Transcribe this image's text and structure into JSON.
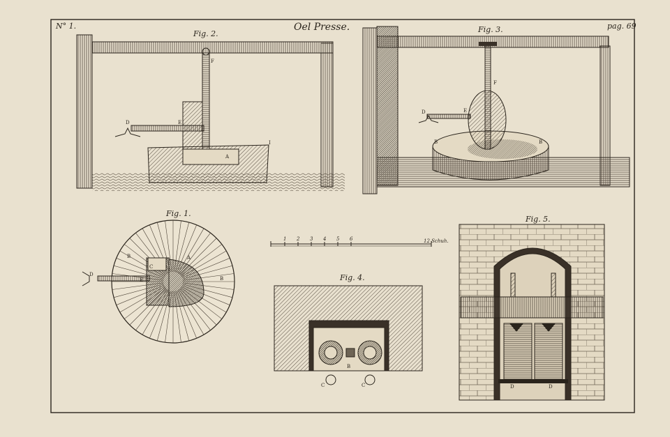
{
  "plate": {
    "number": "N° 1.",
    "title": "Oel Presse.",
    "page_ref": "pag. 69"
  },
  "figures": {
    "fig1": {
      "label": "Fig. 1.",
      "letters": {
        "D": "D",
        "C": "C",
        "E": "E",
        "A": "A",
        "B1": "B",
        "B2": "B"
      }
    },
    "fig2": {
      "label": "Fig. 2.",
      "letters": {
        "F": "F",
        "D": "D",
        "E": "E",
        "A": "A",
        "I": "I"
      }
    },
    "fig3": {
      "label": "Fig. 3.",
      "letters": {
        "F": "F",
        "D": "D",
        "E": "E",
        "B1": "B",
        "B2": "B"
      }
    },
    "fig4": {
      "label": "Fig. 4.",
      "letters": {
        "B": "B",
        "C1": "C",
        "C2": "C"
      }
    },
    "fig5": {
      "label": "Fig. 5.",
      "letters": {
        "D1": "D",
        "D2": "D"
      }
    }
  },
  "scale": {
    "ticks": [
      "1",
      "2",
      "3",
      "4",
      "5",
      "6"
    ],
    "end_label": "12 Schuh."
  },
  "colors": {
    "paper": "#e9e1cf",
    "ink": "#2a241c",
    "shade": "#6e6455",
    "dark": "#3a3128"
  }
}
